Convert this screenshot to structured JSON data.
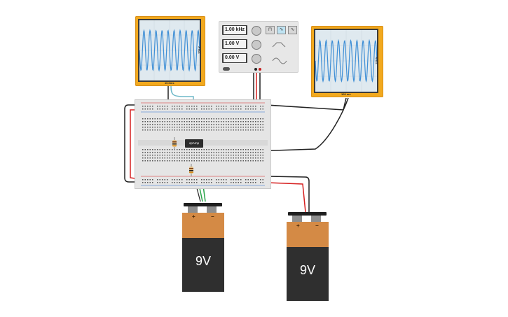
{
  "function_generator": {
    "frequency": "1.00 kHz",
    "amplitude": "1.00 V",
    "dc_offset": "0.00 V",
    "waveforms": [
      "square",
      "triangle",
      "sine"
    ],
    "selected_waveform": "sine"
  },
  "scope_left": {
    "time_label": "10.0ms",
    "volt_label": "200 V"
  },
  "scope_right": {
    "time_label": "100 ms",
    "volt_label": "200 V"
  },
  "opamp_label": "opAmp",
  "battery_left": {
    "label": "9V",
    "plus": "+",
    "minus": "−"
  },
  "battery_right": {
    "label": "9V",
    "plus": "+",
    "minus": "−"
  },
  "colors": {
    "scope_body": "#f2a91e",
    "battery_top": "#d48a45",
    "wire_red": "#d62020",
    "wire_black": "#222222",
    "wire_green": "#2aa44a",
    "wire_blue": "#6fb9c9"
  }
}
